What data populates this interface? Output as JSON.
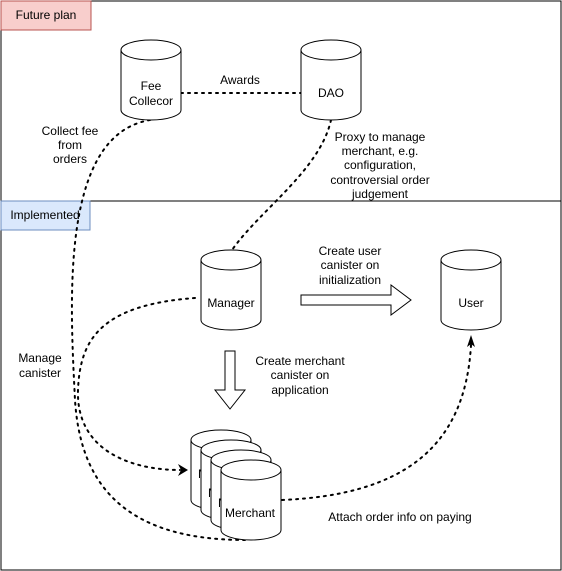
{
  "sections": {
    "future": "Future plan",
    "implemented": "Implemented"
  },
  "nodes": {
    "fee_collector": [
      "Fee",
      "Collecor"
    ],
    "dao": "DAO",
    "manager": "Manager",
    "user": "User",
    "merchant": "Merchant",
    "merchant_stub": "M"
  },
  "edges": {
    "awards": "Awards",
    "collect_fee": [
      "Collect fee",
      "from",
      "orders"
    ],
    "proxy": [
      "Proxy to manage",
      "merchant, e.g.",
      "configuration,",
      "controversial order",
      "judgement"
    ],
    "create_user": [
      "Create user",
      "canister on",
      "initialization"
    ],
    "create_merchant": [
      "Create merchant",
      "canister on",
      "application"
    ],
    "manage_canister": [
      "Manage",
      "canister"
    ],
    "attach_order": "Attach order info on paying"
  },
  "colors": {
    "future_fill": "#f8cecc",
    "future_stroke": "#b85450",
    "implemented_fill": "#dae8fc",
    "implemented_stroke": "#6c8ebf"
  }
}
